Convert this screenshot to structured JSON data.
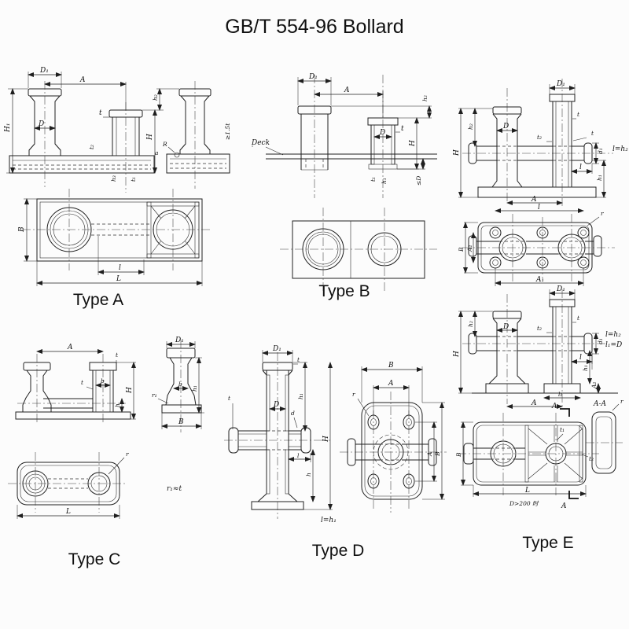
{
  "page": {
    "title": "GB/T 554-96 Bollard",
    "ink": "#1f1f1f",
    "background": "#fcfcfc"
  },
  "labels": {
    "typeA": "Type A",
    "typeB": "Type B",
    "typeC": "Type C",
    "typeD": "Type D",
    "typeE": "Type E"
  },
  "sym": {
    "D1": "D₁",
    "D": "D",
    "A": "A",
    "A1": "A₁",
    "A2": "A₂",
    "B": "B",
    "L": "L",
    "l": "l",
    "l1": "l₁",
    "H": "H",
    "H1": "H₁",
    "h": "h",
    "h1": "h₁",
    "h2": "h₂",
    "h3": "h₃",
    "b": "b",
    "d": "d",
    "d1": "d₁",
    "t": "t",
    "t1": "t₁",
    "t2": "t₂",
    "R": "R",
    "r": "r",
    "r1": "r₁",
    "a": "a",
    "leD": "≤D",
    "ge15t": "≥1.5t"
  },
  "notes": {
    "deck": "Deck",
    "lh1": "l=h₁",
    "lh2": "l=h₂",
    "l1D": "l₁=D",
    "r1t": "r₁≈t",
    "d200": "D>200 时",
    "AA": "A-A"
  }
}
